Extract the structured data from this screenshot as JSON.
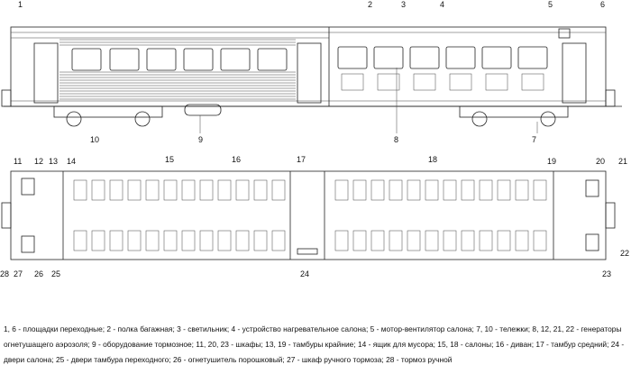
{
  "labels": {
    "side_top": [
      "1",
      "2",
      "3",
      "4",
      "5",
      "6"
    ],
    "side_bottom": [
      "10",
      "9",
      "8",
      "7"
    ],
    "plan_top": [
      "11",
      "12",
      "13",
      "14",
      "15",
      "16",
      "17",
      "18",
      "19",
      "20",
      "21"
    ],
    "plan_bottom": [
      "28",
      "27",
      "26",
      "25",
      "24",
      "23",
      "22"
    ]
  },
  "caption": "1, 6  - площадки переходные; 2 - полка багажная; 3 - светильник; 4 - устройство нагревательное салона; 5 - мотор-вентилятор салона; 7, 10 - тележки; 8, 12, 21, 22 - генераторы огнетушащего аэрозоля; 9 - оборудование тормозное; 11, 20, 23 - шкафы; 13, 19 - тамбуры крайние; 14 - ящик для мусора; 15, 18 - салоны; 16 - диван; 17 - тамбур средний; 24 - двери салона; 25 - двери тамбура переходного; 26 - огнетушитель порошковый; 27 - шкаф ручного тормоза; 28 - тормоз ручной"
}
